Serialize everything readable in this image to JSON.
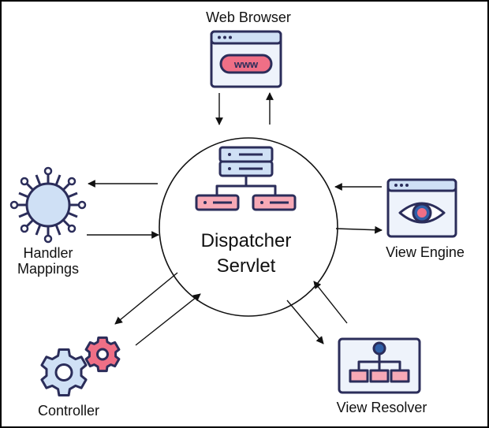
{
  "diagram": {
    "center": {
      "line1": "Dispatcher",
      "line2": "Servlet"
    },
    "nodes": {
      "web_browser": {
        "label": "Web Browser",
        "icon": "browser-www-icon",
        "www_text": "www"
      },
      "handler_mappings": {
        "line1": "Handler",
        "line2": "Mappings",
        "icon": "network-globe-icon"
      },
      "view_engine": {
        "label": "View Engine",
        "icon": "eye-window-icon"
      },
      "view_resolver": {
        "label": "View Resolver",
        "icon": "hierarchy-window-icon"
      },
      "controller": {
        "label": "Controller",
        "icon": "gears-icon"
      }
    },
    "colors": {
      "outline": "#2b2d5a",
      "blue_fill": "#cfe0f5",
      "light_fill": "#eef3fb",
      "accent_pink": "#ef6f86",
      "pink_fill": "#f7a9b6",
      "eye_iris": "#2f5fa8"
    }
  }
}
